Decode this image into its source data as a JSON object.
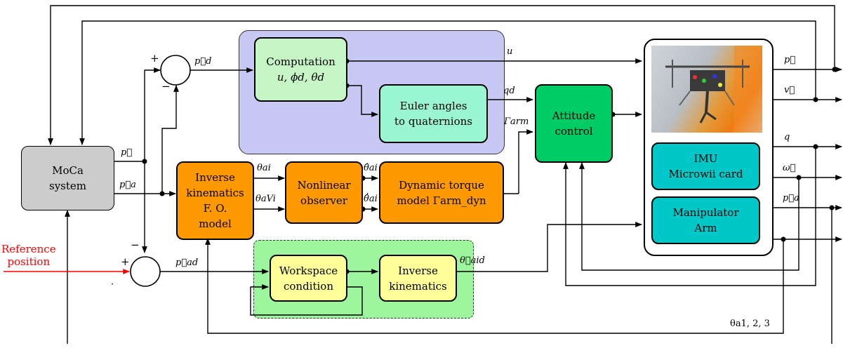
{
  "colors": {
    "computation_region": "#c8c8f5",
    "workspace_region": "#9df59d",
    "computation_block": "#c6f5c6",
    "euler_block": "#99f5d2",
    "attitude_block": "#00cc66",
    "moca_block": "#cccccc",
    "orange_blocks": "#ff9900",
    "sensor_blocks": "#00c8c8",
    "yellow_blocks": "#ffff99",
    "reference_arrow": "#ff0000"
  },
  "blocks": {
    "moca": [
      "MoCa",
      "system"
    ],
    "computation": [
      "Computation",
      "u, ϕd, θd"
    ],
    "euler": [
      "Euler angles",
      "to quaternions"
    ],
    "attitude": [
      "Attitude",
      "control"
    ],
    "inverse_kin_fo": [
      "Inverse",
      "kinematics",
      "F. O.",
      "model"
    ],
    "observer": [
      "Nonlinear",
      "observer"
    ],
    "torque_model": [
      "Dynamic torque",
      "model Γarm_dyn"
    ],
    "imu": [
      "IMU",
      "Microwii card"
    ],
    "manipulator": [
      "Manipulator",
      "Arm"
    ],
    "workspace": [
      "Workspace",
      "condition"
    ],
    "inverse_kin": [
      "Inverse",
      "kinematics"
    ]
  },
  "reference": [
    "Reference",
    "position"
  ],
  "signals": {
    "p_d": "p⃗d",
    "p_a": "p⃗a",
    "p": "p⃗",
    "p_ad": "p⃗ad",
    "u": "u",
    "q_d": "qd",
    "gamma_arm": "Γarm",
    "theta_ai": "θai",
    "theta_aVi": "θaVi",
    "theta_hat_ai": "θ̂ai",
    "theta_hat_dot_ai": "θ̂̇ai",
    "theta_aid": "θ⃗aid",
    "out_p": "p⃗",
    "out_v": "v⃗",
    "out_q": "q",
    "out_omega": "ω⃗",
    "out_pa": "p⃗a",
    "theta_a123": "θa1, 2, 3"
  },
  "sum_signs": {
    "top_plus": "+",
    "top_minus": "−",
    "bottom_minus": "−",
    "bottom_plus": "+"
  },
  "stray_dot": "·"
}
